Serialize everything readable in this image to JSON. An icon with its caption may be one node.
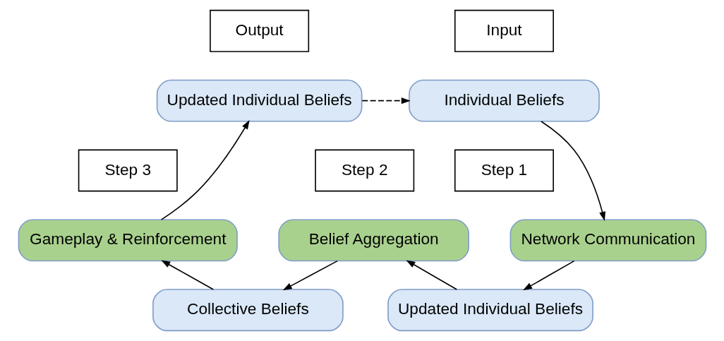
{
  "diagram": {
    "nodes": [
      {
        "text": [
          "Input"
        ]
      },
      {
        "text": [
          "Output"
        ]
      },
      {
        "text": [
          "Individual Beliefs"
        ]
      },
      {
        "text": [
          "Updated Individual Beliefs"
        ]
      },
      {
        "text": [
          "Step 1"
        ]
      },
      {
        "text": [
          "Step 2"
        ]
      },
      {
        "text": [
          "Step 3"
        ]
      },
      {
        "text": [
          "Network Communication"
        ]
      },
      {
        "text": [
          "Belief Aggregation"
        ]
      },
      {
        "text": [
          "Gameplay & Reinforcement"
        ]
      },
      {
        "text": [
          "Updated Individual Beliefs"
        ]
      },
      {
        "text": [
          "Collective Beliefs"
        ]
      }
    ],
    "edges": [
      {
        "from": 2,
        "to": 7,
        "arrow": "to"
      },
      {
        "from": 7,
        "to": 10,
        "arrow": "to"
      },
      {
        "from": 10,
        "to": 8,
        "arrow": "to"
      },
      {
        "from": 8,
        "to": 11,
        "arrow": "to"
      },
      {
        "from": 11,
        "to": 9,
        "arrow": "to"
      },
      {
        "from": 9,
        "to": 3,
        "arrow": "to"
      },
      {
        "from": 3,
        "to": 2,
        "arrow": "to",
        "style": "dashed"
      }
    ]
  }
}
